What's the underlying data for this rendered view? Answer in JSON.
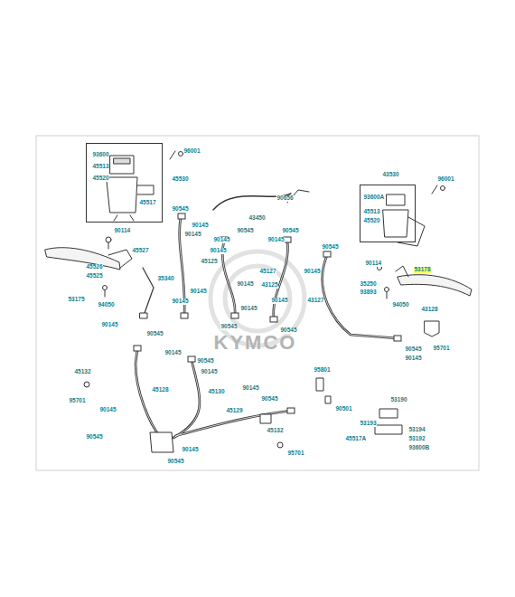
{
  "diagram": {
    "nodes": [
      {
        "text": [
          "93600",
          "45513",
          "45520",
          "45517"
        ]
      },
      {
        "text": [
          "93600A",
          "45513",
          "45520"
        ]
      }
    ],
    "labels": [
      "96001",
      "45530",
      "90656",
      "43450",
      "43530",
      "96001",
      "90545",
      "90145",
      "90145",
      "90114",
      "90545",
      "90545",
      "90145",
      "90145",
      "90545",
      "90145",
      "45527",
      "45125",
      "90114",
      "53178",
      "45526",
      "45525",
      "45127",
      "90145",
      "35340",
      "35250",
      "93893",
      "43125",
      "90145",
      "90145",
      "90145",
      "53175",
      "43127",
      "94050",
      "94050",
      "43128",
      "90145",
      "90545",
      "90145",
      "90145",
      "90545",
      "90545",
      "90545",
      "90145",
      "95701",
      "90145",
      "90545",
      "90145",
      "45132",
      "95801",
      "90145",
      "45128",
      "45130",
      "90545",
      "95701",
      "53190",
      "90501",
      "90145",
      "45129",
      "53193",
      "45132",
      "53194",
      "45517A",
      "53192",
      "90545",
      "93600B",
      "90145",
      "95701",
      "90545",
      "KYMCO"
    ]
  }
}
